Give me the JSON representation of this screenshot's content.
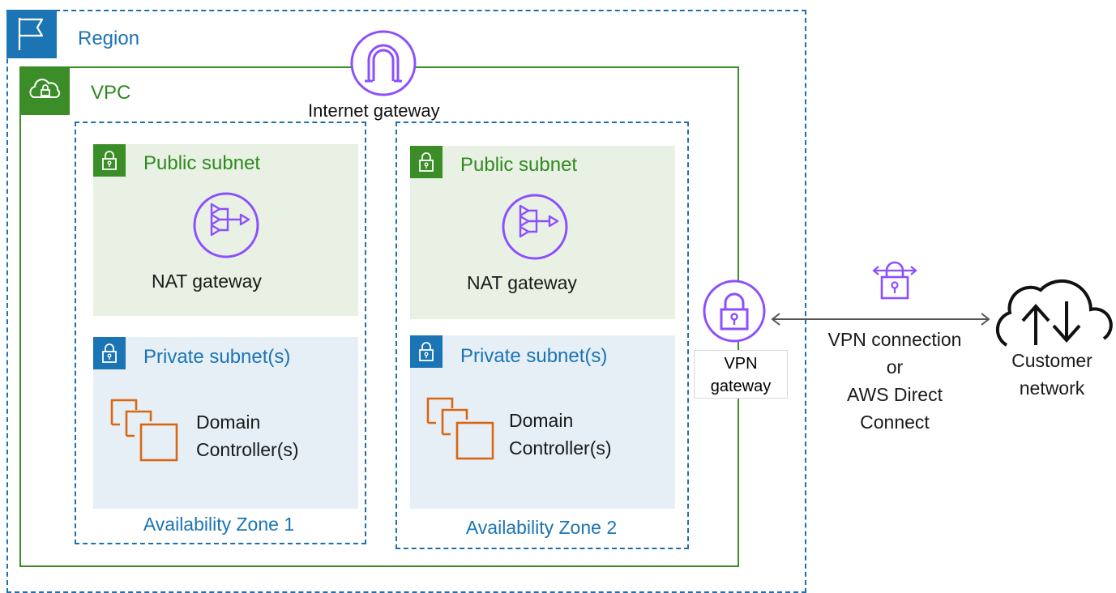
{
  "region": {
    "label": "Region"
  },
  "vpc": {
    "label": "VPC"
  },
  "internet_gateway": {
    "label": "Internet gateway"
  },
  "zones": [
    {
      "label": "Availability Zone 1",
      "public_subnet": {
        "title": "Public subnet",
        "service": "NAT gateway"
      },
      "private_subnet": {
        "title": "Private subnet(s)",
        "service_line1": "Domain",
        "service_line2": "Controller(s)"
      }
    },
    {
      "label": "Availability Zone 2",
      "public_subnet": {
        "title": "Public subnet",
        "service": "NAT gateway"
      },
      "private_subnet": {
        "title": "Private subnet(s)",
        "service_line1": "Domain",
        "service_line2": "Controller(s)"
      }
    }
  ],
  "vpn_gateway": {
    "line1": "VPN",
    "line2": "gateway"
  },
  "connection": {
    "line1": "VPN connection",
    "line2": "or",
    "line3": "AWS Direct",
    "line4": "Connect"
  },
  "customer_network": {
    "line1": "Customer",
    "line2": "network"
  },
  "colors": {
    "region_blue": "#1b74b4",
    "vpc_green": "#3b8d27",
    "public_subnet_bg": "#e8f1e4",
    "private_subnet_bg": "#e6eff6",
    "service_purple": "#8c4fff",
    "compute_orange": "#d86613"
  }
}
